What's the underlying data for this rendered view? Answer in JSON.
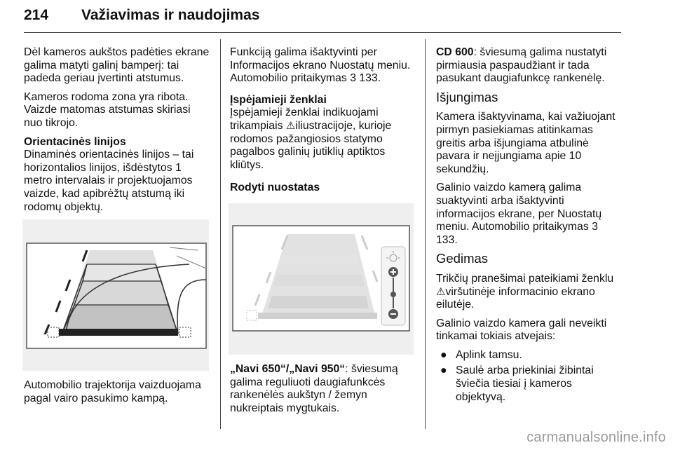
{
  "header": {
    "page_number": "214",
    "title": "Važiavimas ir naudojimas"
  },
  "col1": {
    "p1": "Dėl kameros aukštos padėties ekrane galima matyti galinį bamperį: tai padeda geriau įvertinti atstumus.",
    "p2": "Kameros rodoma zona yra ribota. Vaizde matomas atstumas skiriasi nuo tikrojo.",
    "h1": "Orientacinės linijos",
    "p3": "Dinaminės orientacinės linijos – tai horizontalios linijos, išdėstytos 1 metro intervalais ir projektuojamos vaizde, kad apibrėžtų atstumą iki rodomų objektų.",
    "caption": "Automobilio trajektorija vaizduojama pagal vairo pasukimo kampą."
  },
  "col2": {
    "p1": "Funkciją galima išaktyvinti per Informacijos ekrano Nuostatų meniu. Automobilio pritaikymas",
    "p1_ref": "3 133.",
    "h1": "Įspėjamieji ženklai",
    "p2_a": "Įspėjamieji ženklai indikuojami trikampiais",
    "p2_icon": "warning-triangle",
    "p2_b": "iliustracijoje, kurioje rodomos pažangiosios statymo pagalbos galinių jutiklių aptiktos kliūtys.",
    "h2": "Rodyti nuostatas",
    "p3_bold": "„Navi 650“/„Navi 950“",
    "p3": ": šviesumą galima reguliuoti daugiafunkcės rankenėlės aukštyn / žemyn nukreiptais mygtukais."
  },
  "col3": {
    "p1_bold": "CD 600",
    "p1": ": šviesumą galima nustatyti pirmiausia paspaudžiant ir tada pasukant daugiafunkcę rankenėlę.",
    "h1": "Išjungimas",
    "p2": "Kamera išaktyvinama, kai važiuojant pirmyn pasiekiamas atitinkamas greitis arba išjungiama atbulinė pavara ir neįjungiama apie 10 sekundžių.",
    "p3": "Galinio vaizdo kamerą galima suaktyvinti arba išaktyvinti informacijos ekrane, per Nuostatų meniu. Automobilio pritaikymas",
    "p3_ref": "3 133.",
    "h2": "Gedimas",
    "p4_a": "Trikčių pranešimai pateikiami ženklu",
    "p4_icon": "warning-triangle",
    "p4_b": "viršutinėje informacinio ekrano eilutėje.",
    "p5": "Galinio vaizdo kamera gali neveikti tinkamai tokiais atvejais:",
    "bullets": [
      "Aplink tamsu.",
      "Saulė arba priekiniai žibintai šviečia tiesiai į kameros objektyvą."
    ],
    "bullet_glyph": "●"
  },
  "watermark": "carmanualsonline.info"
}
